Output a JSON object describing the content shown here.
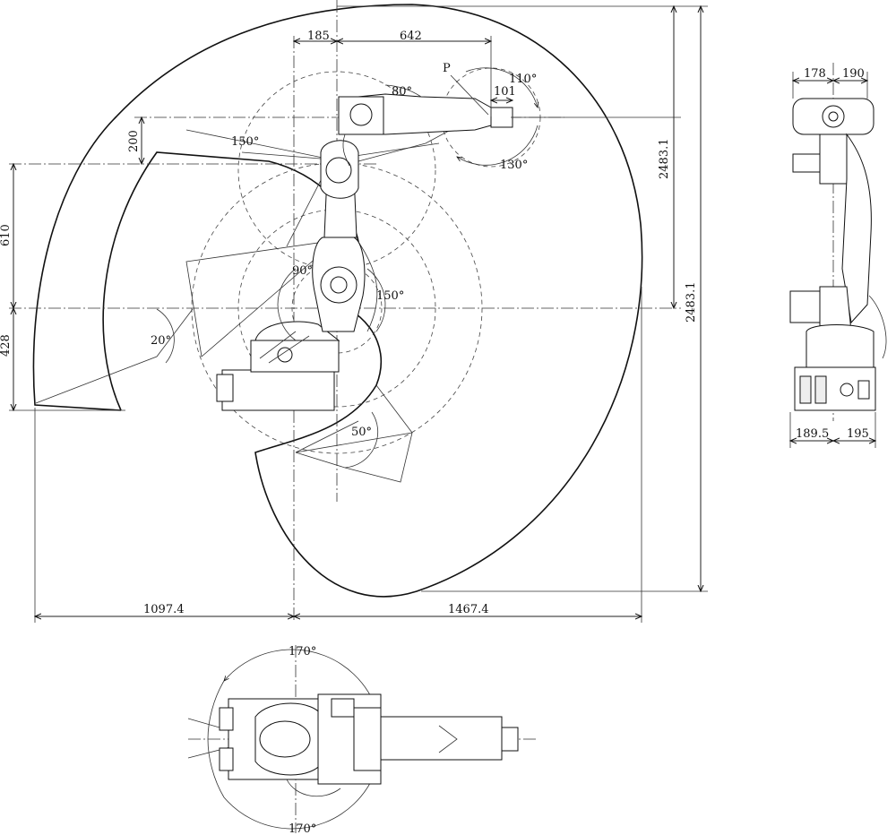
{
  "side_view": {
    "dim_top_left": "185",
    "dim_top_right": "642",
    "dim_tool": "101",
    "point_label": "P",
    "dim_height_upper": "2483.1",
    "dim_height_total": "2483.1",
    "dim_200": "200",
    "dim_610": "610",
    "dim_428": "428",
    "dim_reach_left": "1097.4",
    "dim_reach_right": "1467.4",
    "angle_110": "110°",
    "angle_80": "80°",
    "angle_130": "130°",
    "angle_150_top": "150°",
    "angle_90": "90°",
    "angle_150_mid": "150°",
    "angle_20": "20°",
    "angle_50": "50°"
  },
  "front_view": {
    "dim_178": "178",
    "dim_190": "190",
    "dim_189_5": "189.5",
    "dim_195": "195"
  },
  "top_view": {
    "angle_top": "170°",
    "angle_bottom": "170°"
  }
}
